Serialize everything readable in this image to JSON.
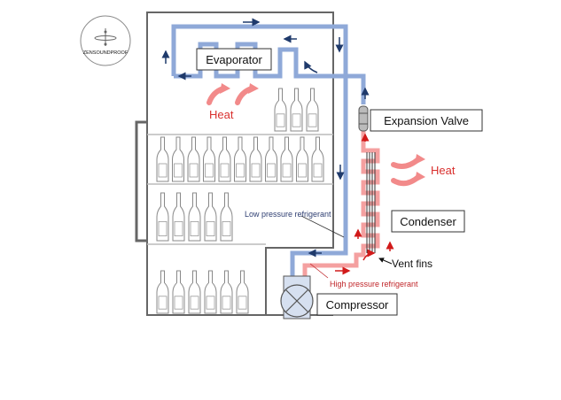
{
  "logo": {
    "text": "ZENSOUNDPROOF"
  },
  "labels": {
    "evaporator": "Evaporator",
    "expansion_valve": "Expansion Valve",
    "condenser": "Condenser",
    "compressor": "Compressor",
    "vent_fins": "Vent fins",
    "low_pressure": "Low pressure refrigerant",
    "high_pressure": "High pressure refrigerant",
    "heat_evaporator": "Heat",
    "heat_condenser": "Heat"
  },
  "colors": {
    "low_pressure_pipe": "#8fa9d8",
    "high_pressure_pipe": "#f4a0a0",
    "heat_arrow": "#f28a8a",
    "heat_text": "#d9302e",
    "high_pressure_text": "#c0262a",
    "low_pressure_text": "#2f3f72",
    "flow_arrow_dark": "#1f3a6b",
    "flow_arrow_red": "#d11a1a",
    "cabinet": "#666666",
    "compressor_fill": "#d6e0f0"
  },
  "shelves": [
    {
      "name": "top-shelf",
      "bottle_count": 3
    },
    {
      "name": "shelf-2",
      "bottle_count": 11
    },
    {
      "name": "shelf-3",
      "bottle_count": 5
    },
    {
      "name": "bottom-shelf",
      "bottle_count": 6
    }
  ]
}
